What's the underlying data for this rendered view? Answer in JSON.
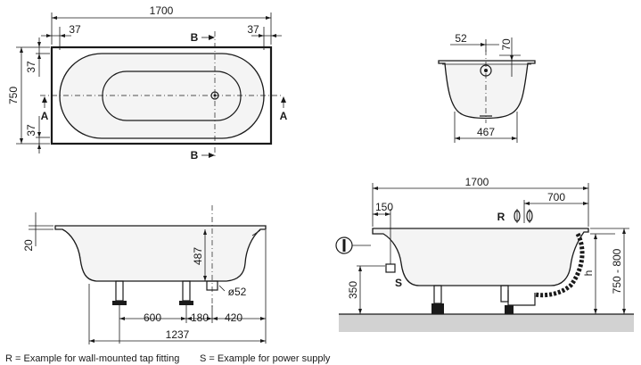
{
  "top_view": {
    "length": "1700",
    "width": "750",
    "rim_left": "37",
    "rim_right": "37",
    "rim_top": "37",
    "rim_bottom": "37",
    "section_b": "B",
    "section_a": "A"
  },
  "end_section": {
    "drain_offset": "52",
    "rim_height": "70",
    "bottom_width": "467"
  },
  "side_section": {
    "rim": "20",
    "depth": "487",
    "drain_dia": "ø52",
    "foot_spacing": "600",
    "foot_to_drain": "180",
    "drain_to_end": "420",
    "overall_feet": "1237"
  },
  "install_view": {
    "length": "1700",
    "tap_offset": "700",
    "supply_offset": "150",
    "tap_label": "R",
    "supply_label": "S",
    "leg_height": "350",
    "h_label": "h",
    "height_range": "750 - 800"
  },
  "legend": {
    "tap_note": "R = Example for wall-mounted tap fitting",
    "supply_note": "S = Example for power supply"
  }
}
